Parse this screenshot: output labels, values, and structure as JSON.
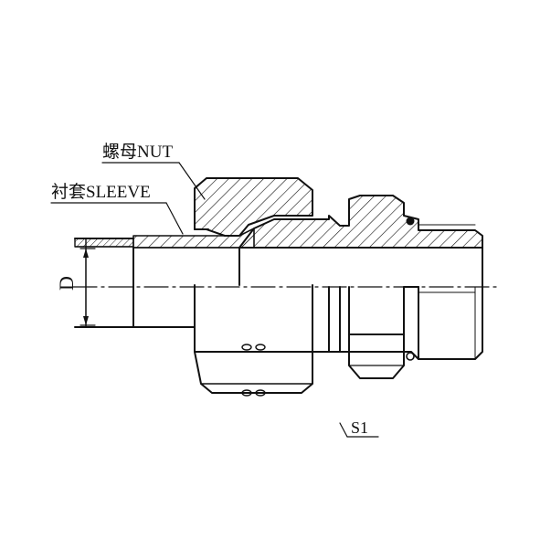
{
  "labels": {
    "nut": "螺母NUT",
    "sleeve": "衬套SLEEVE",
    "diameter": "D",
    "wrench_size": "S1"
  },
  "colors": {
    "line": "#111111",
    "background": "#ffffff"
  }
}
